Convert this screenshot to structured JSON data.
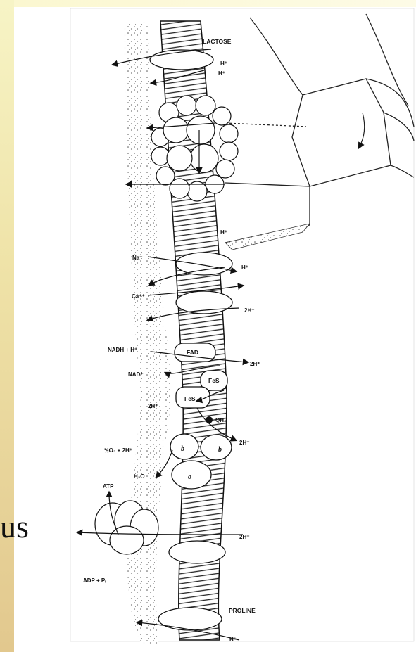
{
  "slide": {
    "partial_text": "us",
    "colors": {
      "stripe_top": "#f7f4c6",
      "stripe_bottom": "#e2c88e"
    }
  },
  "diagram": {
    "labels": {
      "lactose": "LACTOSE",
      "h1": "H⁺",
      "h2": "H⁺",
      "h3": "H⁺",
      "na": "Na⁺",
      "h4": "H⁺",
      "ca": "Ca⁺⁺",
      "h5": "2H⁺",
      "nadh": "NADH + H⁺",
      "fad": "FAD",
      "h6": "2H⁺",
      "nad": "NAD⁺",
      "fes1": "FeS",
      "fes2": "FeS",
      "h7": "2H⁺",
      "qh2": "QH₂",
      "h8": "2H⁺",
      "o2": "½O₂ + 2H⁺",
      "b1": "b",
      "b2": "b",
      "h2o": "H₂O",
      "o": "o",
      "atp": "ATP",
      "h9": "2H⁺",
      "adp": "ADP + Pᵢ",
      "proline": "PROLINE",
      "h10": "H⁺"
    }
  }
}
